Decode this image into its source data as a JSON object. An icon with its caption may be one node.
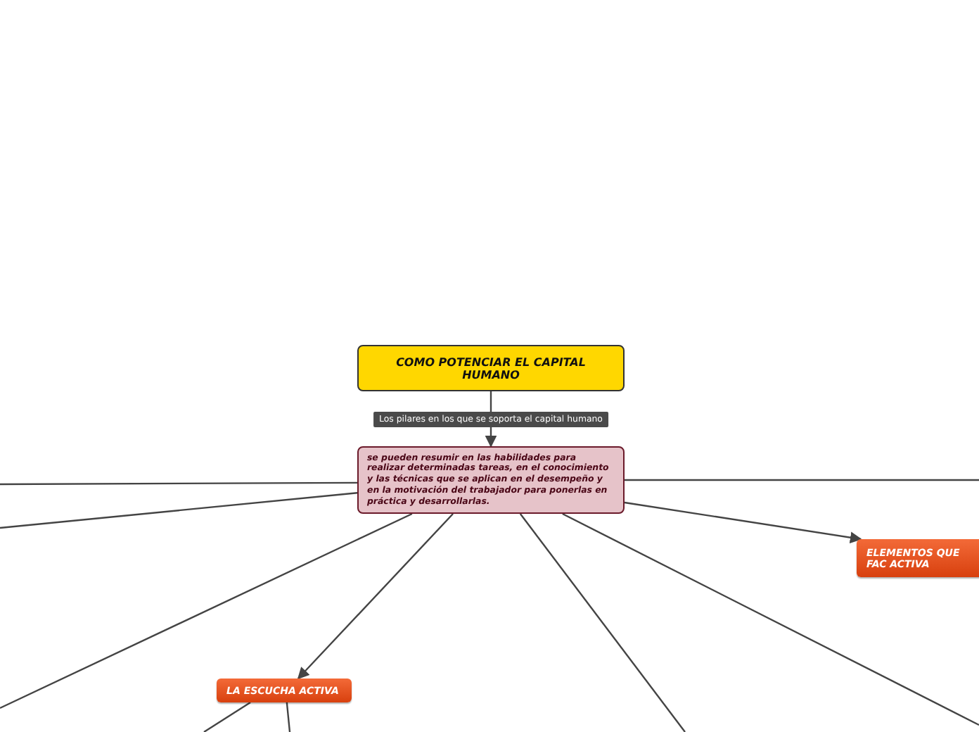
{
  "diagram": {
    "nodes": [
      {
        "text": [
          "COMO POTENCIAR EL CAPITAL HUMANO"
        ]
      },
      {
        "text": [
          "se pueden resumir en las habilidades para realizar determinadas tareas, en el conocimiento y las técnicas que se aplican en el desempeño y en la motivación del trabajador para ponerlas en práctica y desarrollarlas."
        ]
      },
      {
        "text": [
          "LA ESCUCHA ACTIVA"
        ]
      },
      {
        "text": [
          "ELEMENTOS QUE FAC ACTIVA"
        ]
      }
    ],
    "edges": [
      {
        "from": 0,
        "to": 1,
        "arrow": "to",
        "label": "Los pilares en los que se soporta el capital humano"
      },
      {
        "from": 1,
        "to": 2,
        "arrow": "to"
      },
      {
        "from": 1,
        "to": 3,
        "arrow": "to"
      },
      {
        "from": 1,
        "to": null,
        "arrow": "none"
      },
      {
        "from": 1,
        "to": null,
        "arrow": "none"
      },
      {
        "from": 1,
        "to": null,
        "arrow": "none"
      },
      {
        "from": 1,
        "to": null,
        "arrow": "none"
      },
      {
        "from": 1,
        "to": null,
        "arrow": "none"
      },
      {
        "from": 1,
        "to": null,
        "arrow": "none"
      },
      {
        "from": 2,
        "to": null,
        "arrow": "none"
      },
      {
        "from": 2,
        "to": null,
        "arrow": "none"
      }
    ]
  }
}
